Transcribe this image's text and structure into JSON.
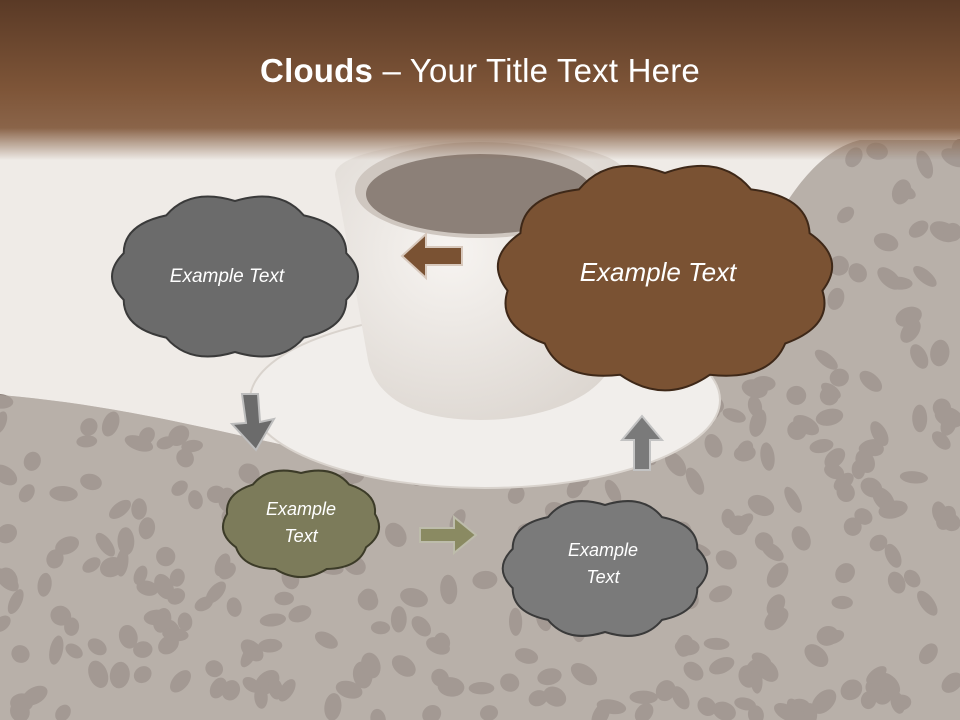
{
  "slide": {
    "title_bold": "Clouds",
    "title_separator": " – ",
    "title_rest": "Your Title Text Here"
  },
  "clouds": [
    {
      "id": "top-left",
      "text": "Example Text",
      "fill": "#6b6b6b"
    },
    {
      "id": "top-right",
      "text": "Example Text",
      "fill": "#7a5233"
    },
    {
      "id": "middle-left",
      "text": "Example Text",
      "fill": "#7c7b5a"
    },
    {
      "id": "bottom-right",
      "text": "Example Text",
      "fill": "#7a7a7a"
    }
  ],
  "arrows": [
    {
      "id": "arrow-left",
      "direction": "left",
      "fill": "#7a5233"
    },
    {
      "id": "arrow-down",
      "direction": "down-left",
      "fill": "#6b6b6b"
    },
    {
      "id": "arrow-right",
      "direction": "right",
      "fill": "#7c7b5a"
    },
    {
      "id": "arrow-up",
      "direction": "up",
      "fill": "#7a7a7a"
    }
  ],
  "theme": {
    "header_color": "#6b4832",
    "background_light": "#efebe6",
    "bean_color": "#3b2a22"
  }
}
